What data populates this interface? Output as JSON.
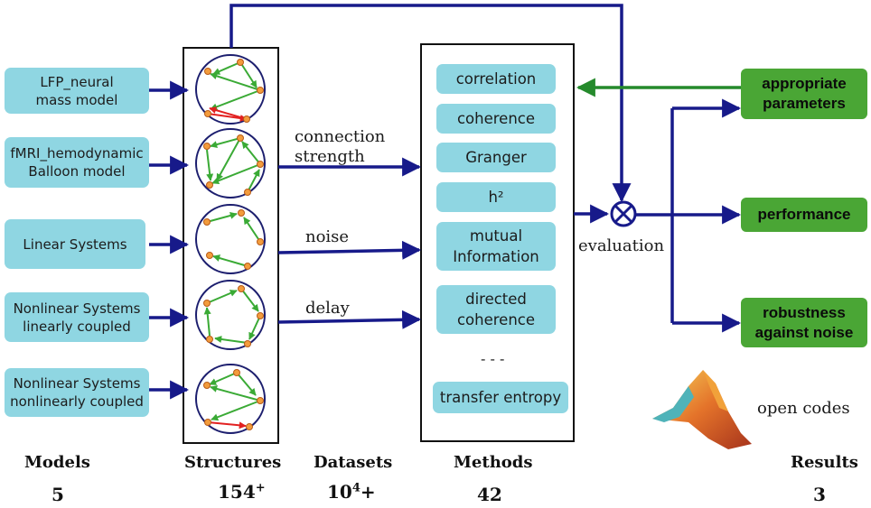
{
  "colors": {
    "arrow_navy": "#171a8a",
    "arrow_green": "#258a2c",
    "model_box": "#8fd6e2",
    "result_box": "#4aa635",
    "node_orange": "#f39c3c",
    "edge_green": "#3aaa35",
    "edge_red": "#e22020"
  },
  "models": [
    "LFP_neural\nmass model",
    "fMRI_hemodynamic\nBalloon model",
    "Linear Systems",
    "Nonlinear Systems\nlinearly coupled",
    "Nonlinear Systems\nnonlinearly coupled"
  ],
  "dataset_labels": [
    "connection\nstrength",
    "noise",
    "delay"
  ],
  "methods": [
    "correlation",
    "coherence",
    "Granger",
    "h²",
    "mutual\nInformation",
    "directed\ncoherence",
    "transfer entropy"
  ],
  "methods_ellipsis": "- - -",
  "evaluation_label": "evaluation",
  "results": [
    "appropriate\nparameters",
    "performance",
    "robustness\nagainst noise"
  ],
  "open_codes_label": "open codes",
  "columns": {
    "models": {
      "header": "Models",
      "count": "5"
    },
    "structures": {
      "header": "Structures",
      "count": "154",
      "count_sup": "+"
    },
    "datasets": {
      "header": "Datasets",
      "count": "10",
      "count_sup": "4",
      "count_suffix": "+"
    },
    "methods": {
      "header": "Methods",
      "count": "42"
    },
    "results": {
      "header": "Results",
      "count": "3"
    }
  }
}
